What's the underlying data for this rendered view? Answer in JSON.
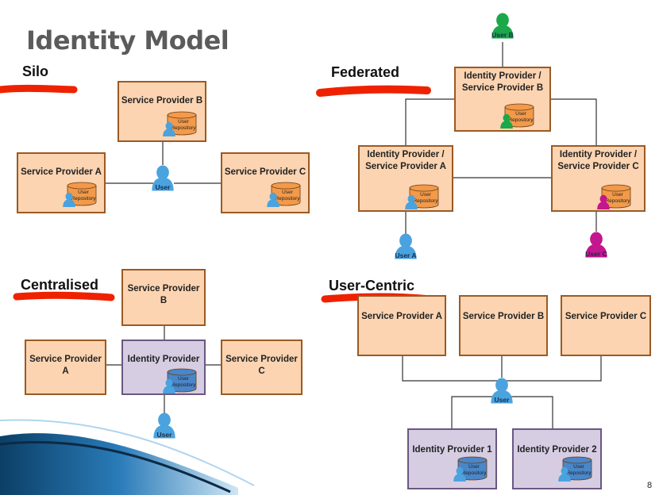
{
  "slide": {
    "title": "Identity Model",
    "slide_number": "8"
  },
  "sections": {
    "silo": "Silo",
    "federated": "Federated",
    "centralised": "Centralised",
    "user_centric": "User-Centric"
  },
  "labels": {
    "service_provider_a": "Service Provider A",
    "service_provider_b": "Service Provider B",
    "service_provider_c": "Service Provider C",
    "idp_sp_a_line1": "Identity Provider /",
    "idp_sp_a_line2": "Service Provider A",
    "idp_sp_b_line1": "Identity Provider /",
    "idp_sp_b_line2": "Service Provider B",
    "idp_sp_c_line1": "Identity Provider /",
    "idp_sp_c_line2": "Service Provider C",
    "identity_provider": "Identity Provider",
    "identity_provider_1": "Identity Provider 1",
    "identity_provider_2": "Identity Provider 2",
    "user": "User",
    "user_a": "User A",
    "user_b": "User B",
    "user_c": "User C",
    "repo_line1": "User",
    "repo_line2": "Repository"
  },
  "colors": {
    "sp_fill": "#fcd4b1",
    "sp_border": "#9b5a23",
    "idp_fill": "#d6cde3",
    "idp_border": "#6a5782",
    "user_blue": "#4aa3df",
    "user_green": "#1aa84a",
    "user_magenta": "#c4168e",
    "repo_orange": "#f29a4a",
    "repo_blue": "#4a86c8",
    "highlight_red": "#ee2200",
    "connector": "#333333"
  }
}
